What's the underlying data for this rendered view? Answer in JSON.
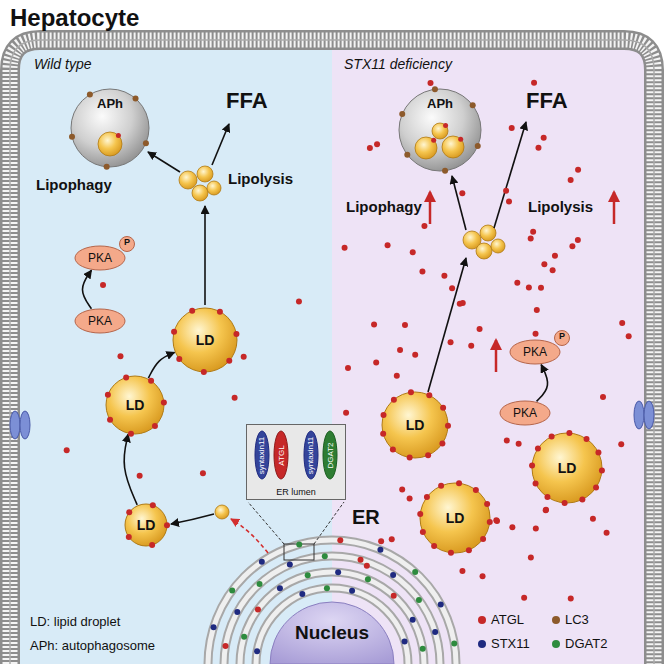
{
  "diagram": {
    "title": "Hepatocyte",
    "nodes": [
      {
        "text": [
          "APh"
        ]
      },
      {
        "text": [
          "APh"
        ]
      },
      {
        "text": [
          "PKA",
          "P"
        ]
      },
      {
        "text": [
          "PKA"
        ]
      },
      {
        "text": [
          "LD"
        ]
      },
      {
        "text": [
          "LD"
        ]
      },
      {
        "text": [
          "LD"
        ]
      },
      {
        "text": [
          "ER lumen"
        ]
      },
      {
        "text": [
          "syntaxin11"
        ],
        "in": 7
      },
      {
        "text": [
          "ATGL"
        ],
        "in": 7
      },
      {
        "text": [
          "syntaxin11"
        ],
        "in": 7
      },
      {
        "text": [
          "DGAT2"
        ],
        "in": 7
      },
      {
        "text": [
          "PKA",
          "P"
        ]
      },
      {
        "text": [
          "PKA"
        ]
      },
      {
        "text": [
          "LD"
        ]
      },
      {
        "text": [
          "LD"
        ]
      },
      {
        "text": [
          "LD"
        ]
      },
      {
        "text": [
          "Nucleus"
        ]
      }
    ],
    "edges": [
      {
        "from": 3,
        "to": 2,
        "arrow": "to"
      },
      {
        "from": 13,
        "to": 12,
        "arrow": "to"
      },
      {
        "from": 6,
        "to": 5,
        "arrow": "to"
      },
      {
        "from": 5,
        "to": 4,
        "arrow": "to"
      }
    ],
    "labels": [
      "Wild type",
      "STX11 deficiency",
      "FFA",
      "Lipophagy",
      "Lipolysis",
      "FFA",
      "Lipophagy",
      "Lipolysis",
      "ER",
      "LD: lipid droplet",
      "APh: autophagosome"
    ],
    "legend": [
      {
        "text": "ATGL",
        "color": "#c62828"
      },
      {
        "text": "LC3",
        "color": "#8d5a2b"
      },
      {
        "text": "STX11",
        "color": "#1f2a80"
      },
      {
        "text": "DGAT2",
        "color": "#2e8b3e"
      }
    ]
  }
}
